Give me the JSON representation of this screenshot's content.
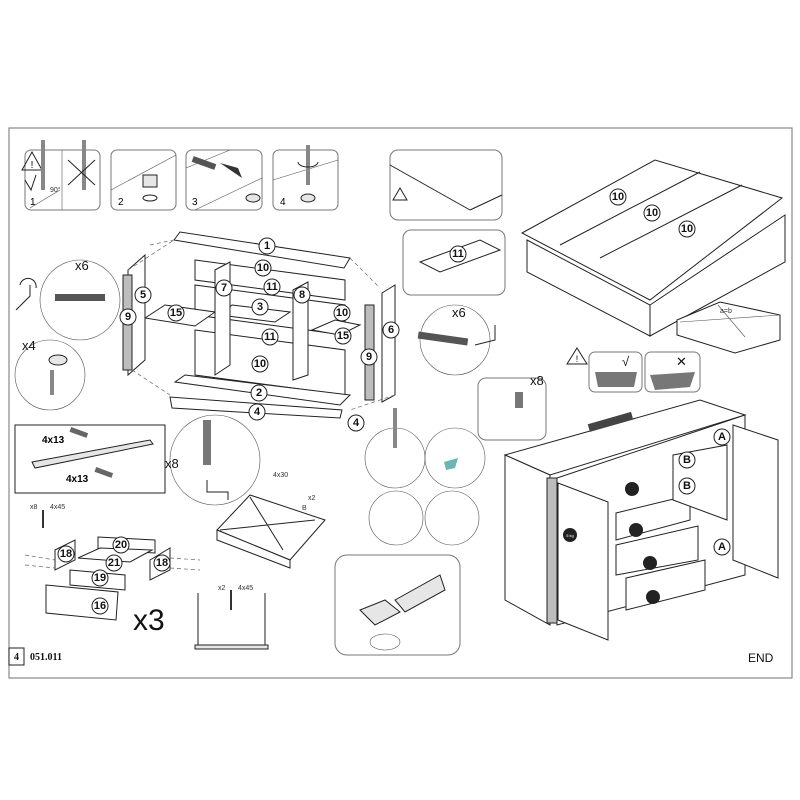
{
  "page": {
    "number": "4",
    "code": "051.011",
    "end_label": "END"
  },
  "steps": {
    "s1": "1",
    "s2": "2",
    "s3": "3",
    "s4": "4"
  },
  "multipliers": {
    "left_cam_screw": "x6",
    "left_cam": "x4",
    "right_cam_screw": "x6",
    "dowel": "x8",
    "hammer_nails": "x8",
    "drawer_screws": "x8",
    "back_screws": "x2",
    "drawer_set": "x3",
    "brace_screws": "x2"
  },
  "screw_sizes": {
    "slide_top": "4x13",
    "slide_bottom": "4x13",
    "drawer_cross": "4x30",
    "drawer_side": "4x45",
    "drawer_back": "4x45"
  },
  "parts": {
    "p1": "1",
    "p2": "2",
    "p3": "3",
    "p4a": "4",
    "p4b": "4",
    "p5": "5",
    "p6": "6",
    "p7": "7",
    "p8": "8",
    "p9a": "9",
    "p9b": "9",
    "p10a": "10",
    "p10b": "10",
    "p10c": "10",
    "p11a": "11",
    "p11b": "11",
    "p15a": "15",
    "p15b": "15",
    "p16": "16",
    "p18a": "18",
    "p18b": "18",
    "p19": "19",
    "p20": "20",
    "p21": "21",
    "back10a": "10",
    "back10b": "10",
    "back10c": "10",
    "joiner11": "11"
  },
  "drawer_diag": {
    "b": "B",
    "ab": "a=b"
  },
  "hinges": {
    "a1": "A",
    "a2": "A",
    "b1": "B",
    "b2": "B"
  },
  "weights": {
    "w": "5 kg"
  },
  "marks": {
    "ok": "√",
    "no": "✕",
    "angle": "90°"
  }
}
